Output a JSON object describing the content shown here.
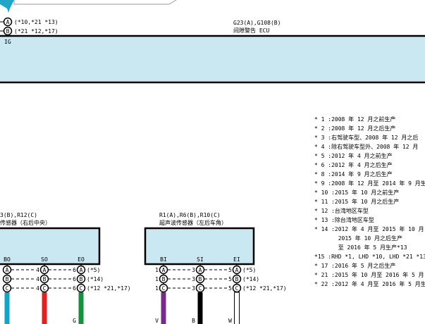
{
  "colors": {
    "ecu_fill": "#c9e8f1",
    "blue_wire": "#0fa6c9",
    "red_wire": "#e81d1d",
    "green_wire": "#11923d",
    "purple_wire": "#7a2a8c",
    "black_wire": "#000000",
    "white_wire": "#ffffff",
    "connector_icon": "#20a6c7"
  },
  "ecu": {
    "code": "G23(A),G108(B)",
    "name": "间隙警告 ECU",
    "ig_label": "IG",
    "pin_a_note": "(*10,*21 *13)",
    "pin_b_note": "(*21 *12,*17)",
    "pin_a": "A",
    "pin_b": "B"
  },
  "sensor_right": {
    "code": "3(B),R12(C)",
    "name": "传感器（右后中央）",
    "terminals": [
      "BO",
      "SO",
      "EO"
    ],
    "pin_letters": [
      "A",
      "B",
      "C"
    ],
    "left_pins": [
      "",
      "",
      ""
    ],
    "mid_pins": [
      "4",
      "4",
      "4"
    ],
    "right_pins": [
      "6",
      "6",
      "6"
    ],
    "notes": [
      "(*5)",
      "(*14)",
      "(*12 *21,*17)"
    ],
    "wire_tags": [
      "",
      "",
      "G"
    ]
  },
  "sensor_left": {
    "code": "R1(A),R6(B),R10(C)",
    "name": "超声波传感器（左后车角）",
    "terminals": [
      "BI",
      "SI",
      "EI"
    ],
    "pin_letters": [
      "A",
      "B",
      "C"
    ],
    "left_pins": [
      "1",
      "1",
      "1"
    ],
    "mid_pins": [
      "3",
      "3",
      "3"
    ],
    "right_pins": [
      "5",
      "5",
      "5"
    ],
    "notes": [
      "(*5)",
      "(*14)",
      "(*12 *21,*17)"
    ],
    "wire_tags": [
      "V",
      "B",
      "W"
    ]
  },
  "notes": [
    "* 1 :2008 年 12 月之前生产",
    "* 2 :2008 年 12 月之后生产",
    "* 3 :右驾驶车型、2008 年 12 月之后",
    "* 4 :除右驾驶车型外、2008 年 12 月",
    "* 5 :2012 年 4 月之前生产",
    "* 6 :2012 年 4 月之后生产",
    "* 8 :2014 年 9 月之后生产",
    "* 9 :2008 年 12 月至 2014 年 9 月生",
    "* 10 :2015 年 10 月之前生产",
    "* 11 :2015 年 10 月之后生产",
    "* 12 :台湾地区车型",
    "* 13 :除台湾地区车型",
    "* 14 :2012 年 4 月至 2015 年 10 月",
    "       2015 年 10 月之后生产",
    "       至 2016 年 5 月生产*13",
    "*15 :RHD *1, LHD *10, LHD *21 *13",
    "* 17 :2016 年 5 月之后生产",
    "* 21 :2015 年 10 月至 2016 年 5 月",
    "* 22 :2012 年 4 月至 2016 年 5 月生"
  ]
}
